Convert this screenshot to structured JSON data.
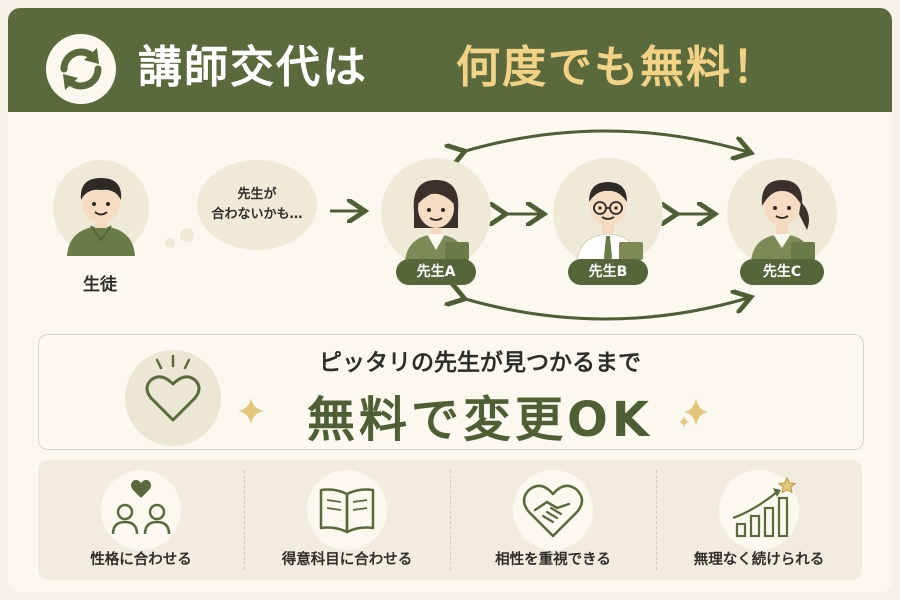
{
  "header": {
    "title_white": "講師交代は",
    "title_gold": "何度でも無料！",
    "icon": "refresh-cycle-icon"
  },
  "flow": {
    "student_label": "生徒",
    "thought_line1": "先生が",
    "thought_line2": "合わないかも…",
    "teachers": [
      {
        "label": "先生A"
      },
      {
        "label": "先生B"
      },
      {
        "label": "先生C"
      }
    ]
  },
  "banner": {
    "subtitle": "ピッタリの先生が見つかるまで",
    "main": "無料で変更OK",
    "icon": "heart-icon"
  },
  "features": [
    {
      "label": "性格に合わせる",
      "icon": "people-heart-icon"
    },
    {
      "label": "得意科目に合わせる",
      "icon": "open-book-icon"
    },
    {
      "label": "相性を重視できる",
      "icon": "handshake-heart-icon"
    },
    {
      "label": "無理なく続けられる",
      "icon": "growth-chart-star-icon"
    }
  ],
  "colors": {
    "header_green": "#5a6a3c",
    "accent_gold": "#f2d285",
    "tag_green": "#55663a",
    "background": "#fbf8f0"
  }
}
